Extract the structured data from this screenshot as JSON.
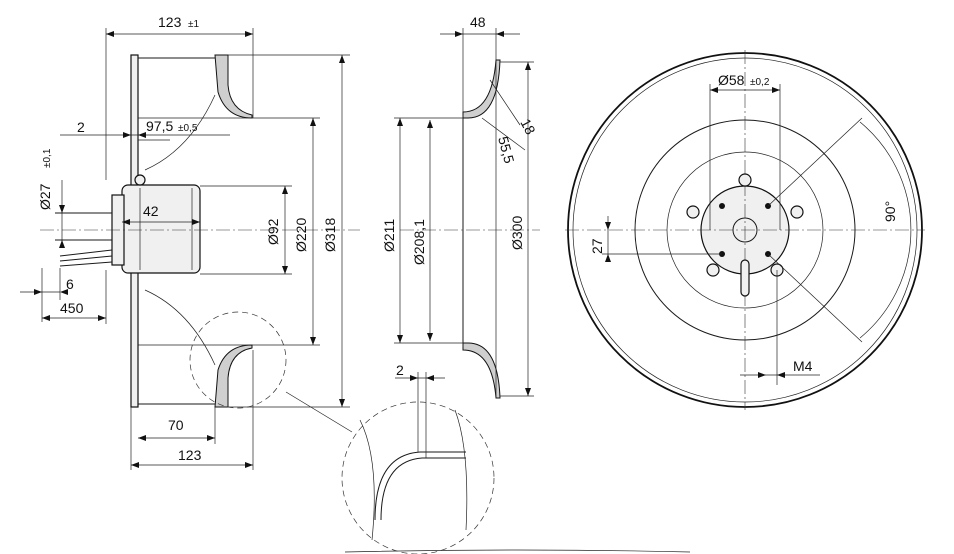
{
  "dims": {
    "overall_width": "123",
    "overall_width_tol": "±1",
    "offset": "2",
    "inlet_pos": "97,5",
    "inlet_pos_tol": "±0,5",
    "shaft_dia": "Ø27",
    "shaft_dia_tol": "±0,1",
    "motor_len": "42",
    "cable_strip": "6",
    "cable_len": "450",
    "inner_dia": "Ø92",
    "wheel_mid_dia": "Ø220",
    "outer_dia": "Ø318",
    "bottom_70": "70",
    "bottom_123": "123",
    "nozzle_depth": "48",
    "nozzle_r18": "18",
    "nozzle_r55": "55,5",
    "nozzle_211": "Ø211",
    "nozzle_208": "Ø208,1",
    "nozzle_300": "Ø300",
    "detail_gap": "2",
    "bolt_circle": "Ø58",
    "bolt_circle_tol": "±0,2",
    "hub_27": "27",
    "angle": "90°",
    "thread": "M4"
  }
}
